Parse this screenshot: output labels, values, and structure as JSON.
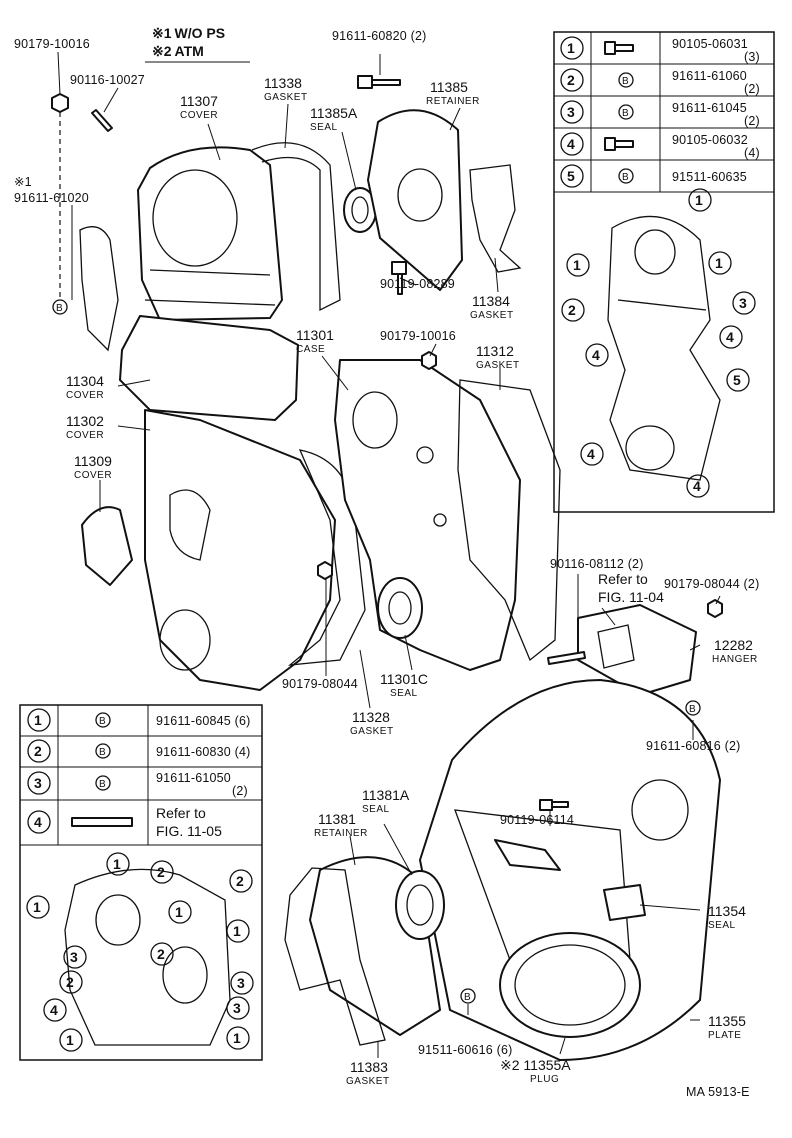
{
  "notes": [
    {
      "mark": "※1",
      "text": "W/O PS"
    },
    {
      "mark": "※2",
      "text": "ATM"
    }
  ],
  "labels": [
    {
      "id": "l1",
      "number": "90179-10016",
      "name": ""
    },
    {
      "id": "l2",
      "number": "90116-10027",
      "name": ""
    },
    {
      "id": "l3",
      "number": "11307",
      "name": "COVER"
    },
    {
      "id": "l4",
      "number": "11338",
      "name": "GASKET"
    },
    {
      "id": "l5",
      "number": "11385A",
      "name": "SEAL"
    },
    {
      "id": "l6",
      "number": "91611-60820 (2)",
      "name": ""
    },
    {
      "id": "l7",
      "number": "11385",
      "name": "RETAINER"
    },
    {
      "id": "l8",
      "number": "※1",
      "name": ""
    },
    {
      "id": "l9",
      "number": "91611-61020",
      "name": ""
    },
    {
      "id": "l10",
      "number": "90119-08289",
      "name": ""
    },
    {
      "id": "l11",
      "number": "11384",
      "name": "GASKET"
    },
    {
      "id": "l12",
      "number": "11301",
      "name": "CASE"
    },
    {
      "id": "l13",
      "number": "90179-10016",
      "name": ""
    },
    {
      "id": "l14",
      "number": "11312",
      "name": "GASKET"
    },
    {
      "id": "l15",
      "number": "11304",
      "name": "COVER"
    },
    {
      "id": "l16",
      "number": "11302",
      "name": "COVER"
    },
    {
      "id": "l17",
      "number": "11309",
      "name": "COVER"
    },
    {
      "id": "l18",
      "number": "90116-08112 (2)",
      "name": ""
    },
    {
      "id": "l19",
      "number": "Refer to",
      "name": ""
    },
    {
      "id": "l20",
      "number": "FIG. 11-04",
      "name": ""
    },
    {
      "id": "l21",
      "number": "90179-08044 (2)",
      "name": ""
    },
    {
      "id": "l22",
      "number": "12282",
      "name": "HANGER"
    },
    {
      "id": "l23",
      "number": "90179-08044",
      "name": ""
    },
    {
      "id": "l24",
      "number": "11301C",
      "name": "SEAL"
    },
    {
      "id": "l25",
      "number": "11328",
      "name": "GASKET"
    },
    {
      "id": "l26",
      "number": "91611-60816 (2)",
      "name": ""
    },
    {
      "id": "l27",
      "number": "11381A",
      "name": "SEAL"
    },
    {
      "id": "l28",
      "number": "11381",
      "name": "RETAINER"
    },
    {
      "id": "l29",
      "number": "90119-06114",
      "name": ""
    },
    {
      "id": "l30",
      "number": "11354",
      "name": "SEAL"
    },
    {
      "id": "l31",
      "number": "11355",
      "name": "PLATE"
    },
    {
      "id": "l32",
      "number": "91511-60616 (6)",
      "name": ""
    },
    {
      "id": "l33",
      "number": "11383",
      "name": "GASKET"
    },
    {
      "id": "l34",
      "number": "※2 11355A",
      "name": "PLUG"
    }
  ],
  "table_top_right": {
    "rows": [
      {
        "num": "1",
        "icon": "bolt",
        "part": "90105-06031",
        "qty": "(3)"
      },
      {
        "num": "2",
        "icon": "B",
        "part": "91611-61060",
        "qty": "(2)"
      },
      {
        "num": "3",
        "icon": "B",
        "part": "91611-61045",
        "qty": "(2)"
      },
      {
        "num": "4",
        "icon": "bolt",
        "part": "90105-06032",
        "qty": "(4)"
      },
      {
        "num": "5",
        "icon": "B",
        "part": "91511-60635",
        "qty": ""
      }
    ],
    "diagram_callouts": [
      "1",
      "1",
      "1",
      "2",
      "3",
      "4",
      "4",
      "5",
      "4",
      "4"
    ]
  },
  "table_bottom_left": {
    "rows": [
      {
        "num": "1",
        "icon": "B",
        "part": "91611-60845 (6)",
        "qty": ""
      },
      {
        "num": "2",
        "icon": "B",
        "part": "91611-60830 (4)",
        "qty": ""
      },
      {
        "num": "3",
        "icon": "B",
        "part": "91611-61050",
        "qty": "(2)"
      },
      {
        "num": "4",
        "icon": "stud",
        "part": "Refer to",
        "qty": "FIG. 11-05"
      }
    ],
    "diagram_callouts": [
      "1",
      "2",
      "2",
      "1",
      "1",
      "2",
      "1",
      "3",
      "2",
      "4",
      "3",
      "1",
      "3",
      "1"
    ]
  },
  "footer": {
    "code": "MA 5913-E"
  }
}
